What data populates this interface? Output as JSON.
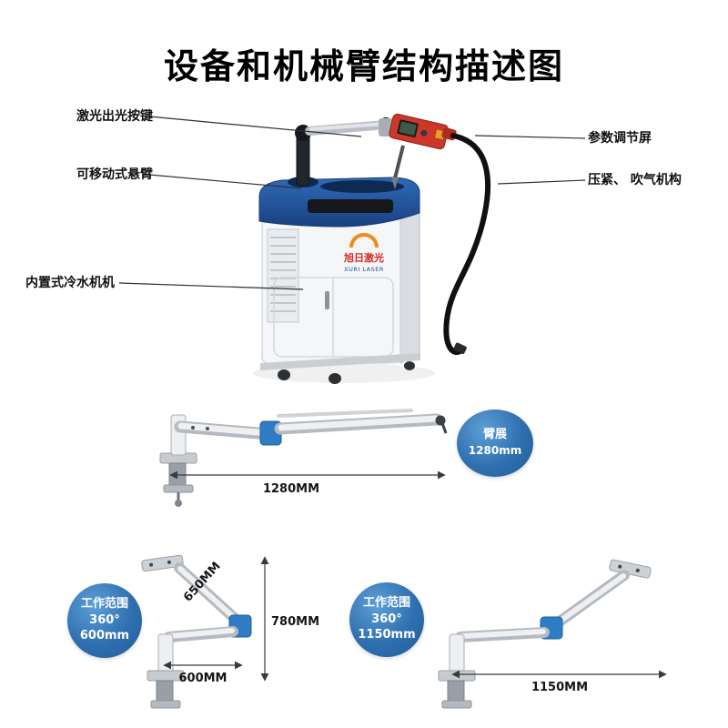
{
  "title": "设备和机械臂结构描述图",
  "callouts": {
    "laser_button": "激光出光按键",
    "movable_arm": "可移动式悬臂",
    "water_chiller": "内置式冷水机机",
    "param_screen": "参数调节屏",
    "press_blow": "压紧、 吹气机构"
  },
  "machine": {
    "brand_cn": "旭日激光",
    "brand_en": "XURI LASER"
  },
  "arm_span_diagram": {
    "dimension": "1280MM",
    "badge_title": "臂展",
    "badge_value": "1280mm"
  },
  "work_range_600": {
    "arm_length": "650MM",
    "height": "780MM",
    "base": "600MM",
    "badge_line1": "工作范围",
    "badge_line2": "360°",
    "badge_line3": "600mm"
  },
  "work_range_1150": {
    "base": "1150MM",
    "badge_line1": "工作范围",
    "badge_line2": "360°",
    "badge_line3": "1150mm"
  }
}
